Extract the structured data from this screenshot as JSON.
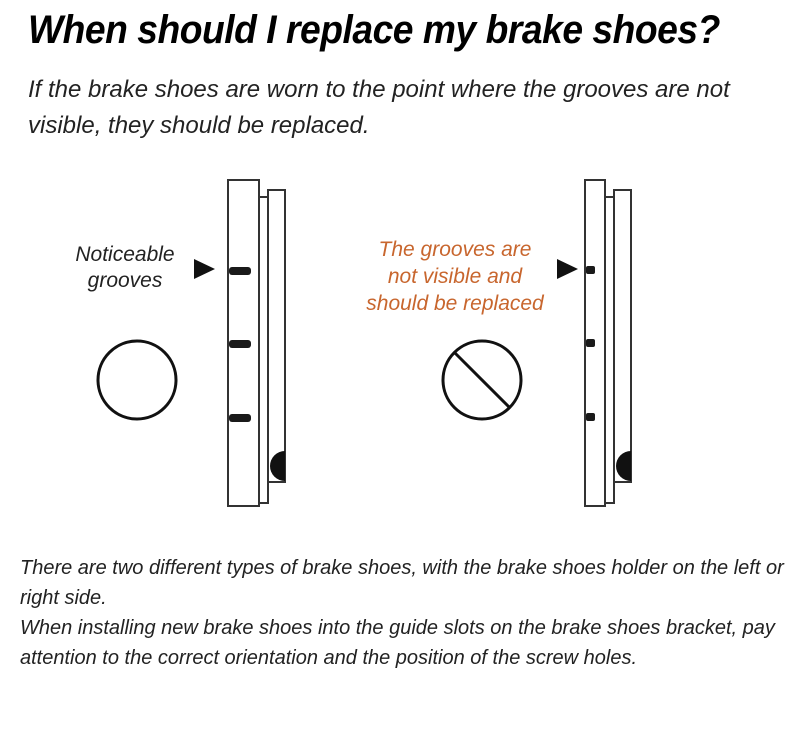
{
  "title": "When should I replace my brake shoes?",
  "intro": "If the brake shoes are worn to the point where the grooves are not visible, they should be replaced.",
  "left_panel": {
    "label_line1": "Noticeable",
    "label_line2": "grooves",
    "status_icon": "circle-ok-icon"
  },
  "right_panel": {
    "label_line1": "The grooves are",
    "label_line2": "not visible and",
    "label_line3": "should be replaced",
    "status_icon": "prohibited-icon",
    "accent_color": "#c8662e"
  },
  "footer": {
    "para1": "There are two different types of brake shoes, with the brake shoes holder on the left or right side.",
    "para2": "When installing new brake shoes into the guide slots on the brake shoes bracket, pay attention to the correct orientation and the position of the screw holes."
  }
}
